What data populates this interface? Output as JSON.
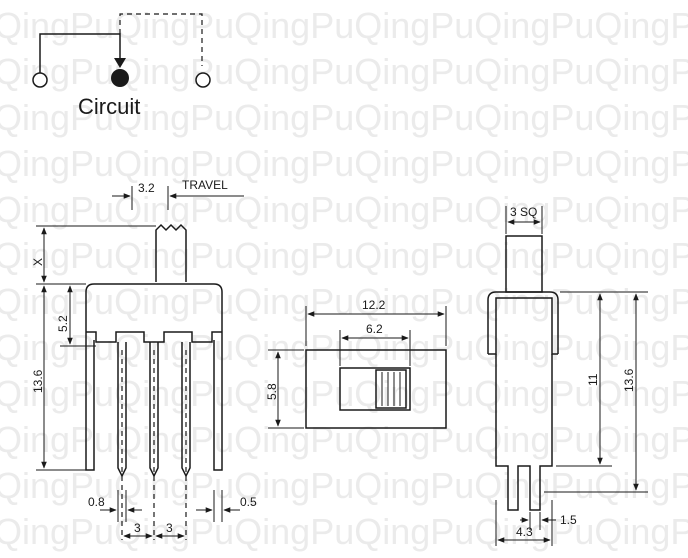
{
  "watermark": {
    "text": "QingPu"
  },
  "circuit": {
    "caption": "Circuit"
  },
  "dimensions": {
    "travel_value": "3.2",
    "travel_label": "TRAVEL",
    "x_label": "X",
    "d5_2": "5.2",
    "d13_6_left": "13.6",
    "d0_8": "0.8",
    "d3_a": "3",
    "d3_b": "3",
    "d0_5": "0.5",
    "d12_2": "12.2",
    "d6_2": "6.2",
    "d5_8": "5.8",
    "d3sq": "3 SQ",
    "d11": "11",
    "d13_6_right": "13.6",
    "d4_3": "4.3",
    "d1_5": "1.5"
  },
  "colors": {
    "line": "#1a1a1a",
    "watermark": "#ebebeb"
  }
}
